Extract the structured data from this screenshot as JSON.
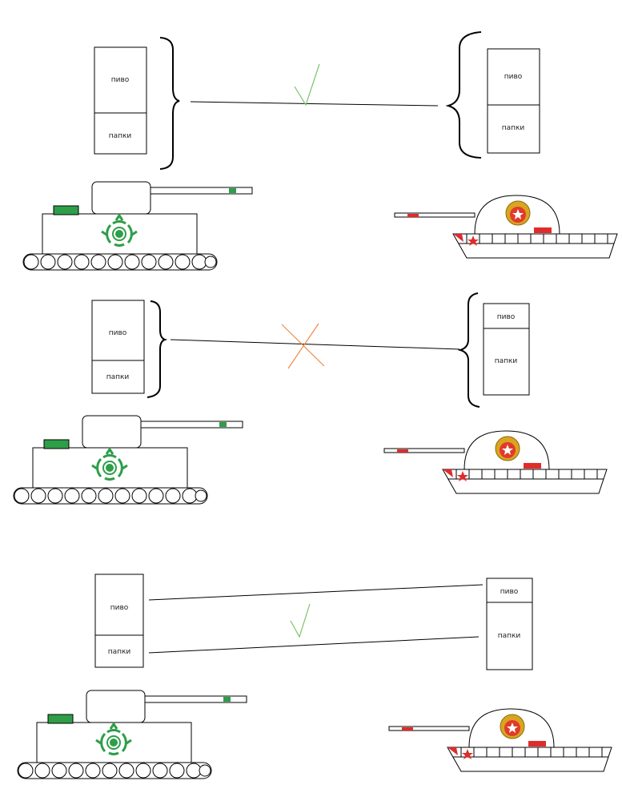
{
  "labels": {
    "top": "пиво",
    "bottom": "папки"
  },
  "colors": {
    "ink": "#000000",
    "check": "#7cc36a",
    "cross": "#f08a45",
    "tank_green": "#2e9e48",
    "tank_red": "#e02b2b",
    "badge_gold": "#d9a520",
    "badge_red": "#e23a2a"
  },
  "scenes": [
    {
      "name": "scene-1",
      "verdict": "check",
      "link": "grouped"
    },
    {
      "name": "scene-2",
      "verdict": "cross",
      "link": "grouped"
    },
    {
      "name": "scene-3",
      "verdict": "check",
      "link": "item-to-item"
    }
  ]
}
